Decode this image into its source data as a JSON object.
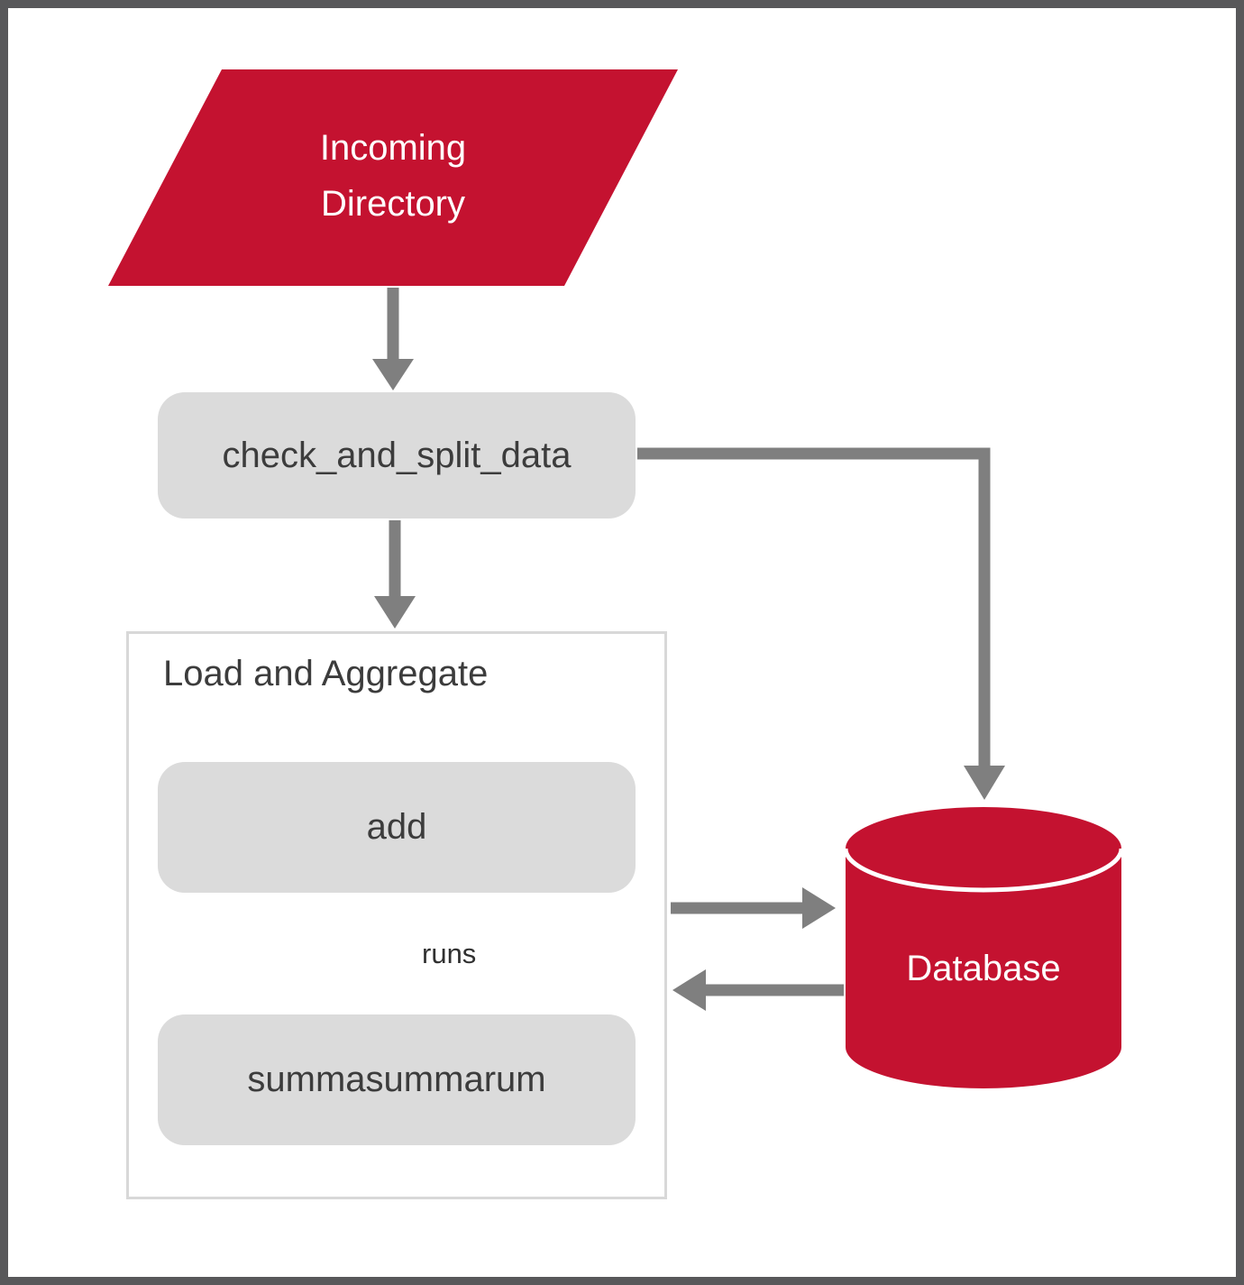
{
  "diagram": {
    "type": "flowchart",
    "nodes": {
      "incoming_directory": {
        "label": "Incoming Directory",
        "shape": "parallelogram"
      },
      "check_and_split_data": {
        "label": "check_and_split_data",
        "shape": "rounded-rectangle"
      },
      "load_and_aggregate": {
        "label": "Load and Aggregate",
        "shape": "group-container"
      },
      "add": {
        "label": "add",
        "shape": "rounded-rectangle"
      },
      "summasummarum": {
        "label": "summasummarum",
        "shape": "rounded-rectangle"
      },
      "database": {
        "label": "Database",
        "shape": "cylinder"
      }
    },
    "edges": [
      {
        "from": "incoming_directory",
        "to": "check_and_split_data",
        "label": ""
      },
      {
        "from": "check_and_split_data",
        "to": "load_and_aggregate",
        "label": ""
      },
      {
        "from": "check_and_split_data",
        "to": "database",
        "label": ""
      },
      {
        "from": "add",
        "to": "summasummarum",
        "label": "runs"
      },
      {
        "from": "load_and_aggregate",
        "to": "database",
        "label": ""
      },
      {
        "from": "database",
        "to": "load_and_aggregate",
        "label": ""
      }
    ],
    "colors": {
      "red": "#c41230",
      "box_gray": "#dbdbdb",
      "arrow_gray": "#7f7f7f",
      "frame_gray": "#58585a",
      "group_border": "#d8d8d8",
      "text_dark": "#3c3c3c"
    }
  }
}
